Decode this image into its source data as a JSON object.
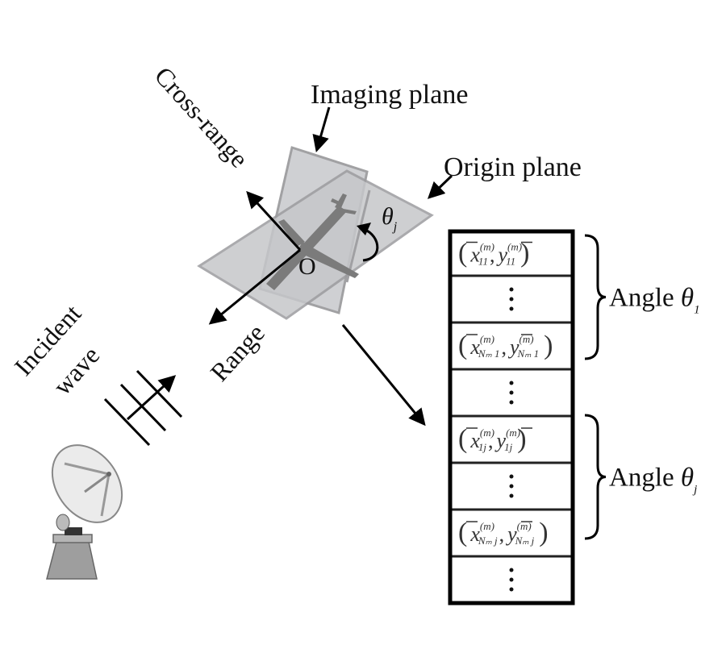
{
  "labels": {
    "imaging_plane": "Imaging plane",
    "origin_plane": "Origin plane",
    "cross_range": "Cross-range",
    "range": "Range",
    "incident": "Incident",
    "wave": "wave",
    "origin": "O",
    "theta_symbol": "θ",
    "theta_sub": "j"
  },
  "table": {
    "rows": [
      {
        "type": "pair",
        "x_sub": "11",
        "y_sub": "11",
        "sup": "(m)"
      },
      {
        "type": "dots"
      },
      {
        "type": "pair",
        "x_sub": "Nₘ 1",
        "y_sub": "Nₘ 1",
        "sup": "(m)"
      },
      {
        "type": "dots"
      },
      {
        "type": "pair",
        "x_sub": "1j",
        "y_sub": "1j",
        "sup": "(m)"
      },
      {
        "type": "dots"
      },
      {
        "type": "pair",
        "x_sub": "Nₘ j",
        "y_sub": "Nₘ j",
        "sup": "(m)"
      },
      {
        "type": "dots"
      }
    ],
    "vars": {
      "x": "x",
      "y": "y",
      "comma": ","
    }
  },
  "groups": [
    {
      "label": "Angle ",
      "theta": "θ",
      "sub": "1"
    },
    {
      "label": "Angle ",
      "theta": "θ",
      "sub": "j"
    }
  ],
  "colors": {
    "plane_fill": "#c8c9cc",
    "plane_edge": "#9a9a9c",
    "aircraft": "#7a7a7a",
    "ink": "#000000"
  }
}
